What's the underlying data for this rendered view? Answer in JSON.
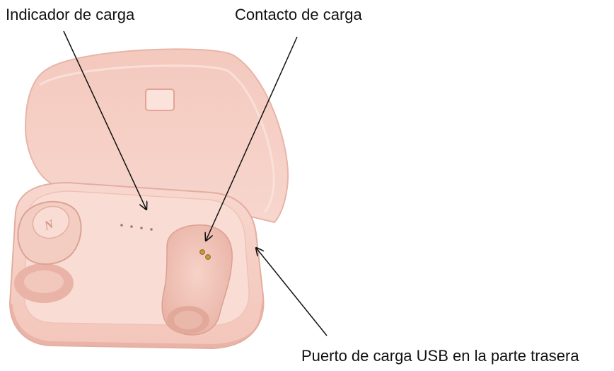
{
  "labels": {
    "charging_indicator": "Indicador de carga",
    "charging_contact": "Contacto de carga",
    "usb_port": "Puerto de carga USB en la parte trasera"
  },
  "logo_text": "N",
  "colors": {
    "case_main": "#f6cfc4",
    "case_shadow": "#e4ada1",
    "case_light": "#fbe2db",
    "lid": "#f3c4b8",
    "contacts": "#c99a3a",
    "arrow": "#111111"
  }
}
